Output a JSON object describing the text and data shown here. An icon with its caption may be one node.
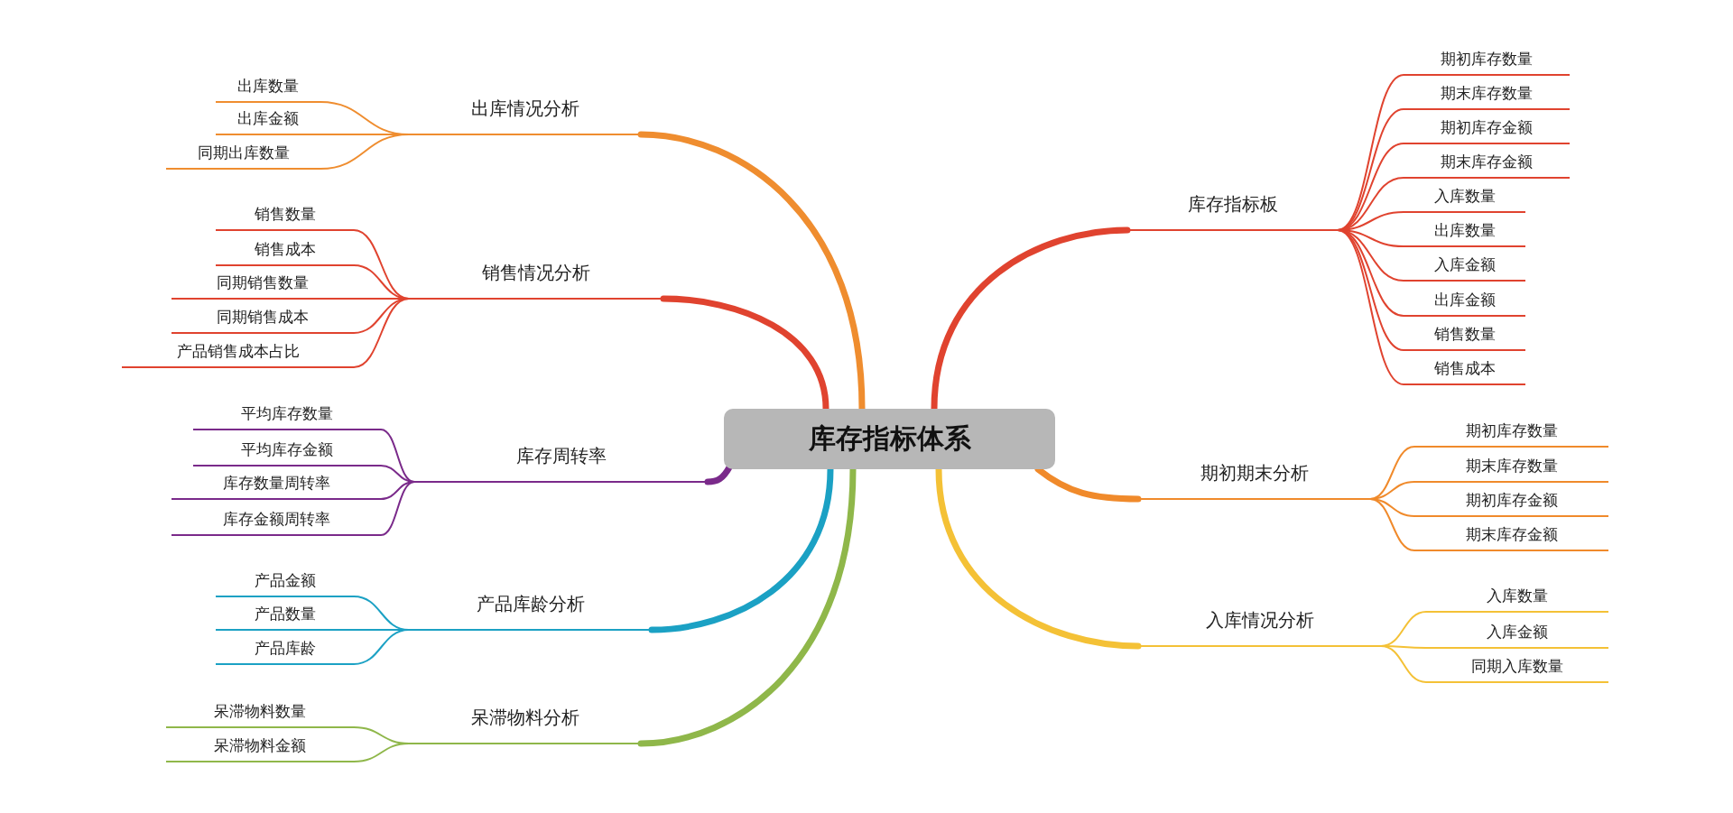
{
  "diagram": {
    "nodes": [
      {
        "text": [
          "库存指标体系"
        ]
      },
      {
        "text": [
          "出库情况分析"
        ]
      },
      {
        "text": [
          "出库数量"
        ]
      },
      {
        "text": [
          "出库金额"
        ]
      },
      {
        "text": [
          "同期出库数量"
        ]
      },
      {
        "text": [
          "销售情况分析"
        ]
      },
      {
        "text": [
          "销售数量"
        ]
      },
      {
        "text": [
          "销售成本"
        ]
      },
      {
        "text": [
          "同期销售数量"
        ]
      },
      {
        "text": [
          "同期销售成本"
        ]
      },
      {
        "text": [
          "产品销售成本占比"
        ]
      },
      {
        "text": [
          "库存周转率"
        ]
      },
      {
        "text": [
          "平均库存数量"
        ]
      },
      {
        "text": [
          "平均库存金额"
        ]
      },
      {
        "text": [
          "库存数量周转率"
        ]
      },
      {
        "text": [
          "库存金额周转率"
        ]
      },
      {
        "text": [
          "产品库龄分析"
        ]
      },
      {
        "text": [
          "产品金额"
        ]
      },
      {
        "text": [
          "产品数量"
        ]
      },
      {
        "text": [
          "产品库龄"
        ]
      },
      {
        "text": [
          "呆滞物料分析"
        ]
      },
      {
        "text": [
          "呆滞物料数量"
        ]
      },
      {
        "text": [
          "呆滞物料金额"
        ]
      },
      {
        "text": [
          "库存指标板"
        ]
      },
      {
        "text": [
          "期初库存数量"
        ]
      },
      {
        "text": [
          "期末库存数量"
        ]
      },
      {
        "text": [
          "期初库存金额"
        ]
      },
      {
        "text": [
          "期末库存金额"
        ]
      },
      {
        "text": [
          "入库数量"
        ]
      },
      {
        "text": [
          "出库数量"
        ]
      },
      {
        "text": [
          "入库金额"
        ]
      },
      {
        "text": [
          "出库金额"
        ]
      },
      {
        "text": [
          "销售数量"
        ]
      },
      {
        "text": [
          "销售成本"
        ]
      },
      {
        "text": [
          "期初期末分析"
        ]
      },
      {
        "text": [
          "期初库存数量"
        ]
      },
      {
        "text": [
          "期末库存数量"
        ]
      },
      {
        "text": [
          "期初库存金额"
        ]
      },
      {
        "text": [
          "期末库存金额"
        ]
      },
      {
        "text": [
          "入库情况分析"
        ]
      },
      {
        "text": [
          "入库数量"
        ]
      },
      {
        "text": [
          "入库金额"
        ]
      },
      {
        "text": [
          "同期入库数量"
        ]
      }
    ],
    "edges": [
      {
        "from": 0,
        "to": 1,
        "arrow": "none",
        "style": "thick",
        "color": "#ef8d2f"
      },
      {
        "from": 1,
        "to": 2,
        "arrow": "none",
        "color": "#ef8d2f"
      },
      {
        "from": 1,
        "to": 3,
        "arrow": "none",
        "color": "#ef8d2f"
      },
      {
        "from": 1,
        "to": 4,
        "arrow": "none",
        "color": "#ef8d2f"
      },
      {
        "from": 0,
        "to": 5,
        "arrow": "none",
        "style": "thick",
        "color": "#e0432f"
      },
      {
        "from": 5,
        "to": 6,
        "arrow": "none",
        "color": "#e0432f"
      },
      {
        "from": 5,
        "to": 7,
        "arrow": "none",
        "color": "#e0432f"
      },
      {
        "from": 5,
        "to": 8,
        "arrow": "none",
        "color": "#e0432f"
      },
      {
        "from": 5,
        "to": 9,
        "arrow": "none",
        "color": "#e0432f"
      },
      {
        "from": 5,
        "to": 10,
        "arrow": "none",
        "color": "#e0432f"
      },
      {
        "from": 0,
        "to": 11,
        "arrow": "none",
        "style": "thick",
        "color": "#7a2a8a"
      },
      {
        "from": 11,
        "to": 12,
        "arrow": "none",
        "color": "#7a2a8a"
      },
      {
        "from": 11,
        "to": 13,
        "arrow": "none",
        "color": "#7a2a8a"
      },
      {
        "from": 11,
        "to": 14,
        "arrow": "none",
        "color": "#7a2a8a"
      },
      {
        "from": 11,
        "to": 15,
        "arrow": "none",
        "color": "#7a2a8a"
      },
      {
        "from": 0,
        "to": 16,
        "arrow": "none",
        "style": "thick",
        "color": "#1ba1c4"
      },
      {
        "from": 16,
        "to": 17,
        "arrow": "none",
        "color": "#1ba1c4"
      },
      {
        "from": 16,
        "to": 18,
        "arrow": "none",
        "color": "#1ba1c4"
      },
      {
        "from": 16,
        "to": 19,
        "arrow": "none",
        "color": "#1ba1c4"
      },
      {
        "from": 0,
        "to": 20,
        "arrow": "none",
        "style": "thick",
        "color": "#8fb74a"
      },
      {
        "from": 20,
        "to": 21,
        "arrow": "none",
        "color": "#8fb74a"
      },
      {
        "from": 20,
        "to": 22,
        "arrow": "none",
        "color": "#8fb74a"
      },
      {
        "from": 0,
        "to": 23,
        "arrow": "none",
        "style": "thick",
        "color": "#e0432f"
      },
      {
        "from": 23,
        "to": 24,
        "arrow": "none",
        "color": "#e0432f"
      },
      {
        "from": 23,
        "to": 25,
        "arrow": "none",
        "color": "#e0432f"
      },
      {
        "from": 23,
        "to": 26,
        "arrow": "none",
        "color": "#e0432f"
      },
      {
        "from": 23,
        "to": 27,
        "arrow": "none",
        "color": "#e0432f"
      },
      {
        "from": 23,
        "to": 28,
        "arrow": "none",
        "color": "#e0432f"
      },
      {
        "from": 23,
        "to": 29,
        "arrow": "none",
        "color": "#e0432f"
      },
      {
        "from": 23,
        "to": 30,
        "arrow": "none",
        "color": "#e0432f"
      },
      {
        "from": 23,
        "to": 31,
        "arrow": "none",
        "color": "#e0432f"
      },
      {
        "from": 23,
        "to": 32,
        "arrow": "none",
        "color": "#e0432f"
      },
      {
        "from": 23,
        "to": 33,
        "arrow": "none",
        "color": "#e0432f"
      },
      {
        "from": 0,
        "to": 34,
        "arrow": "none",
        "style": "thick",
        "color": "#f08a2b"
      },
      {
        "from": 34,
        "to": 35,
        "arrow": "none",
        "color": "#f08a2b"
      },
      {
        "from": 34,
        "to": 36,
        "arrow": "none",
        "color": "#f08a2b"
      },
      {
        "from": 34,
        "to": 37,
        "arrow": "none",
        "color": "#f08a2b"
      },
      {
        "from": 34,
        "to": 38,
        "arrow": "none",
        "color": "#f08a2b"
      },
      {
        "from": 0,
        "to": 39,
        "arrow": "none",
        "style": "thick",
        "color": "#f4c136"
      },
      {
        "from": 39,
        "to": 40,
        "arrow": "none",
        "color": "#f4c136"
      },
      {
        "from": 39,
        "to": 41,
        "arrow": "none",
        "color": "#f4c136"
      },
      {
        "from": 39,
        "to": 42,
        "arrow": "none",
        "color": "#f4c136"
      }
    ]
  }
}
